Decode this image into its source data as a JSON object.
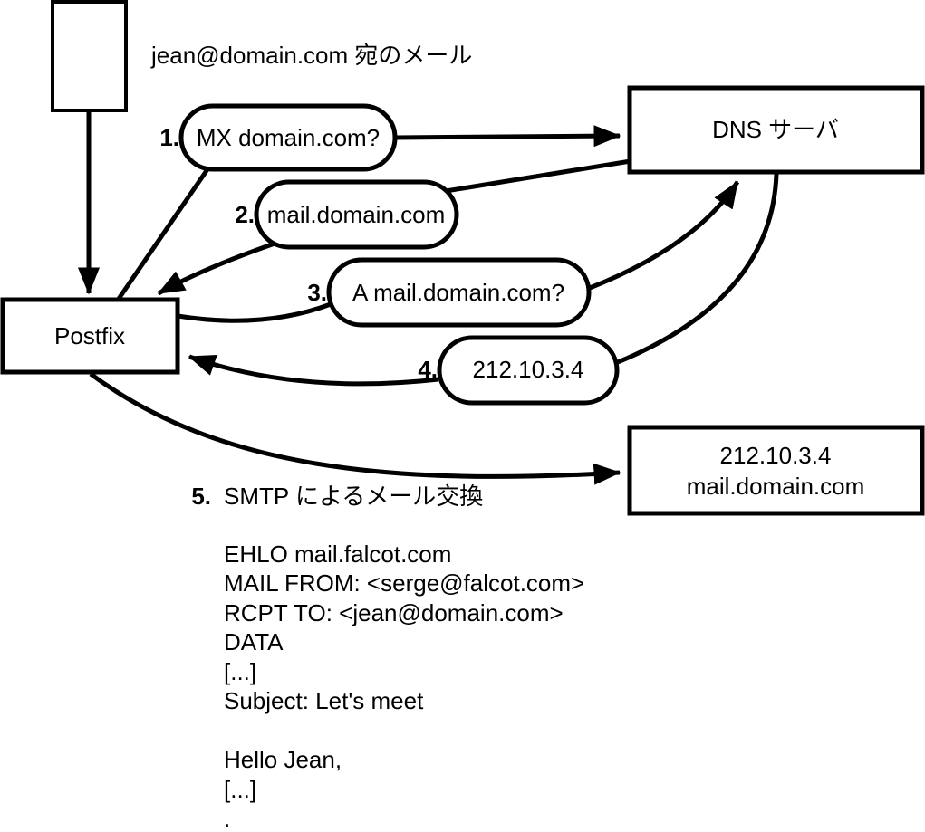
{
  "diagram": {
    "title": "jean@domain.com 宛のメール",
    "nodes": {
      "postfix": {
        "label": "Postfix"
      },
      "dns": {
        "label": "DNS サーバ"
      },
      "mailserver": {
        "line1": "212.10.3.4",
        "line2": "mail.domain.com"
      }
    },
    "steps": [
      {
        "num": "1.",
        "label": "MX domain.com?"
      },
      {
        "num": "2.",
        "label": "mail.domain.com"
      },
      {
        "num": "3.",
        "label": "A mail.domain.com?"
      },
      {
        "num": "4.",
        "label": "212.10.3.4"
      },
      {
        "num": "5.",
        "label": "SMTP によるメール交換"
      }
    ],
    "smtp_session": {
      "lines": [
        "EHLO mail.falcot.com",
        "MAIL FROM: <serge@falcot.com>",
        "RCPT TO: <jean@domain.com>",
        "DATA",
        "[...]",
        "Subject: Let's meet",
        "",
        "Hello Jean,",
        "[...]",
        "."
      ]
    },
    "colors": {
      "stroke": "#000000",
      "background": "#ffffff"
    }
  }
}
